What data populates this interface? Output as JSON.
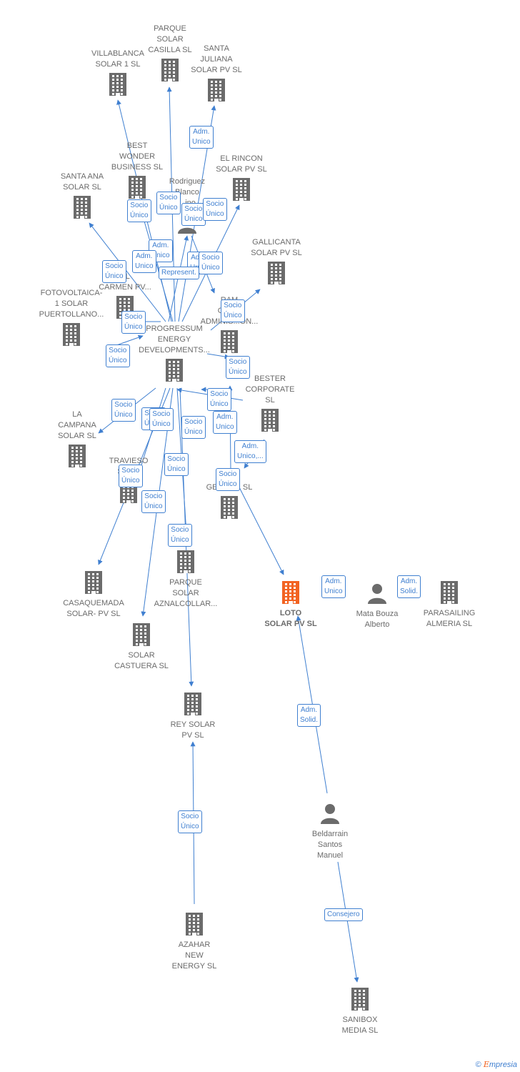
{
  "colors": {
    "edge": "#3f7fd0",
    "node": "#6b6b6b",
    "focus": "#f26322"
  },
  "nodes": [
    {
      "id": "villablanca",
      "label": "VILLABLANCA\nSOLAR 1  SL",
      "kind": "company",
      "icon": "building-icon"
    },
    {
      "id": "casilla",
      "label": "PARQUE\nSOLAR\nCASILLA  SL",
      "kind": "company",
      "icon": "building-icon"
    },
    {
      "id": "juliana",
      "label": "SANTA\nJULIANA\nSOLAR PV  SL",
      "kind": "company",
      "icon": "building-icon"
    },
    {
      "id": "bestwonder",
      "label": "BEST\nWONDER\nBUSINESS SL",
      "kind": "company",
      "icon": "building-icon"
    },
    {
      "id": "rincon",
      "label": "EL RINCON\nSOLAR PV  SL",
      "kind": "company",
      "icon": "building-icon"
    },
    {
      "id": "santaana",
      "label": "SANTA ANA\nSOLAR  SL",
      "kind": "company",
      "icon": "building-icon"
    },
    {
      "id": "rodriguez",
      "label": "Rodriguez\nBlanco\n...ino",
      "kind": "person",
      "icon": "person-icon"
    },
    {
      "id": "gallicanta",
      "label": "GALLICANTA\nSOLAR PV  SL",
      "kind": "company",
      "icon": "building-icon"
    },
    {
      "id": "carmen",
      "label": "EL\nCARMEN PV...",
      "kind": "company",
      "icon": "building-icon"
    },
    {
      "id": "fotovoltaica",
      "label": "FOTOVOLTAICA-\n1 SOLAR\nPUERTOLLANO...",
      "kind": "company",
      "icon": "building-icon"
    },
    {
      "id": "ram",
      "label": "RAM\nGES...\nADMINIS...ON...",
      "kind": "company",
      "icon": "building-icon"
    },
    {
      "id": "progressum",
      "label": "PROGRESSUM\nENERGY\nDEVELOPMENTS...",
      "kind": "company",
      "icon": "building-icon"
    },
    {
      "id": "bester",
      "label": "BESTER\nCORPORATE\nSL",
      "kind": "company",
      "icon": "building-icon"
    },
    {
      "id": "campana",
      "label": "LA\nCAMPANA\nSOLAR  SL",
      "kind": "company",
      "icon": "building-icon"
    },
    {
      "id": "travieso",
      "label": "TRAVIESO\nSOL...",
      "kind": "company",
      "icon": "building-icon"
    },
    {
      "id": "bgeneracion",
      "label": "B...\nGENE...N SL",
      "kind": "company",
      "icon": "building-icon"
    },
    {
      "id": "casaquemada",
      "label": "CASAQUEMADA\nSOLAR- PV  SL",
      "kind": "company",
      "icon": "building-icon"
    },
    {
      "id": "aznalcollar",
      "label": "PARQUE\nSOLAR\nAZNALCOLLAR...",
      "kind": "company",
      "icon": "building-icon"
    },
    {
      "id": "loto",
      "label": "LOTO\nSOLAR PV  SL",
      "kind": "focus",
      "icon": "building-icon"
    },
    {
      "id": "mata",
      "label": "Mata Bouza\nAlberto",
      "kind": "person",
      "icon": "person-icon"
    },
    {
      "id": "parasailing",
      "label": "PARASAILING\nALMERIA  SL",
      "kind": "company",
      "icon": "building-icon"
    },
    {
      "id": "castuera",
      "label": "SOLAR\nCASTUERA  SL",
      "kind": "company",
      "icon": "building-icon"
    },
    {
      "id": "reysolar",
      "label": "REY SOLAR\nPV  SL",
      "kind": "company",
      "icon": "building-icon"
    },
    {
      "id": "beldarrain",
      "label": "Beldarrain\nSantos\nManuel",
      "kind": "person",
      "icon": "person-icon"
    },
    {
      "id": "azahar",
      "label": "AZAHAR\nNEW\nENERGY  SL",
      "kind": "company",
      "icon": "building-icon"
    },
    {
      "id": "sanibox",
      "label": "SANIBOX\nMEDIA SL",
      "kind": "company",
      "icon": "building-icon"
    }
  ],
  "edge_labels": [
    "Adm.\nUnico",
    "Socio\nÚnico",
    "Socio\nÚnico",
    "Socio\nÚnico",
    "Adm.\nUnico",
    "Adm.\nUnico",
    "Socio\nÚnico",
    "Adm.\nUnico",
    "Represent.",
    "Socio\nÚnico",
    "Socio\nÚnico",
    "Socio\nÚnico",
    "Socio\nÚnico",
    "Socio\nÚnico",
    "Socio\nÚnico",
    "Socio\nÚnico",
    "Socio\nÚnico",
    "Socio\nÚnico",
    "Adm.\nUnico,...",
    "Socio\nÚnico",
    "Socio\nÚnico",
    "Socio\nÚnico",
    "Socio\nÚnico",
    "Socio\nÚnico",
    "Adm.\nSolid.",
    "Adm.\nUnico",
    "Adm.\nSolid.",
    "Socio\nÚnico",
    "Consejero",
    "Adm.\nUnico",
    "Socio\nÚnico",
    "Socio\nÚnico"
  ],
  "footer": {
    "copyright": "©",
    "brand_first": "E",
    "brand_rest": "mpresia"
  }
}
